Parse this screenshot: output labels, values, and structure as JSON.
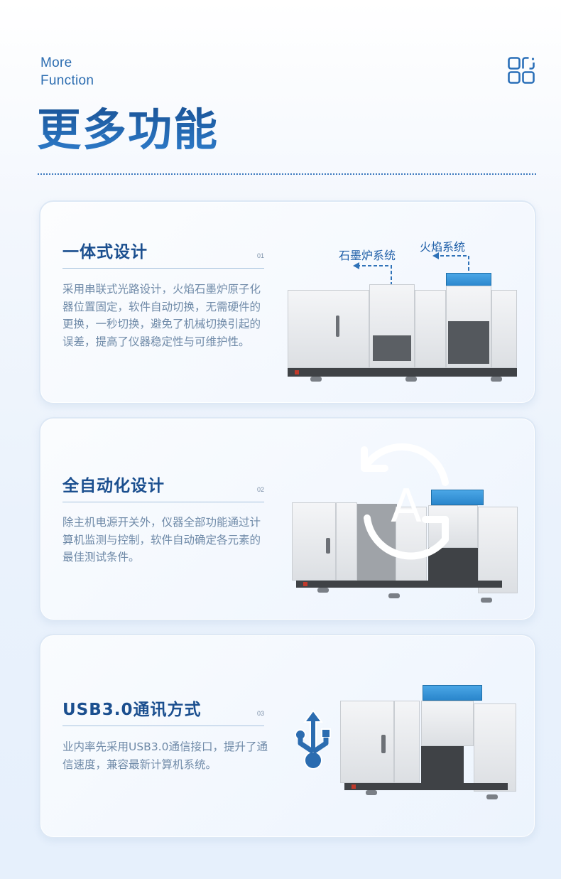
{
  "header": {
    "en_line1": "More",
    "en_line2": "Function",
    "cn_title": "更多功能",
    "icon": "grid-apps-icon",
    "accent_color": "#1f5fa8"
  },
  "cards": [
    {
      "title": "一体式设计",
      "number": "01",
      "description": "采用串联式光路设计，火焰石墨炉原子化器位置固定，软件自动切换，无需硬件的更换，一秒切换，避免了机械切换引起的误差，提高了仪器稳定性与可维护性。",
      "image_labels": {
        "graphite": "石墨炉系统",
        "flame": "火焰系统"
      }
    },
    {
      "title": "全自动化设计",
      "number": "02",
      "description": "除主机电源开关外，仪器全部功能通过计算机监测与控制，软件自动确定各元素的最佳测试条件。",
      "overlay_letter": "A"
    },
    {
      "title": "USB3.0通讯方式",
      "number": "03",
      "description": "业内率先采用USB3.0通信接口，提升了通信速度，兼容最新计算机系统。",
      "icon": "usb-icon"
    }
  ]
}
